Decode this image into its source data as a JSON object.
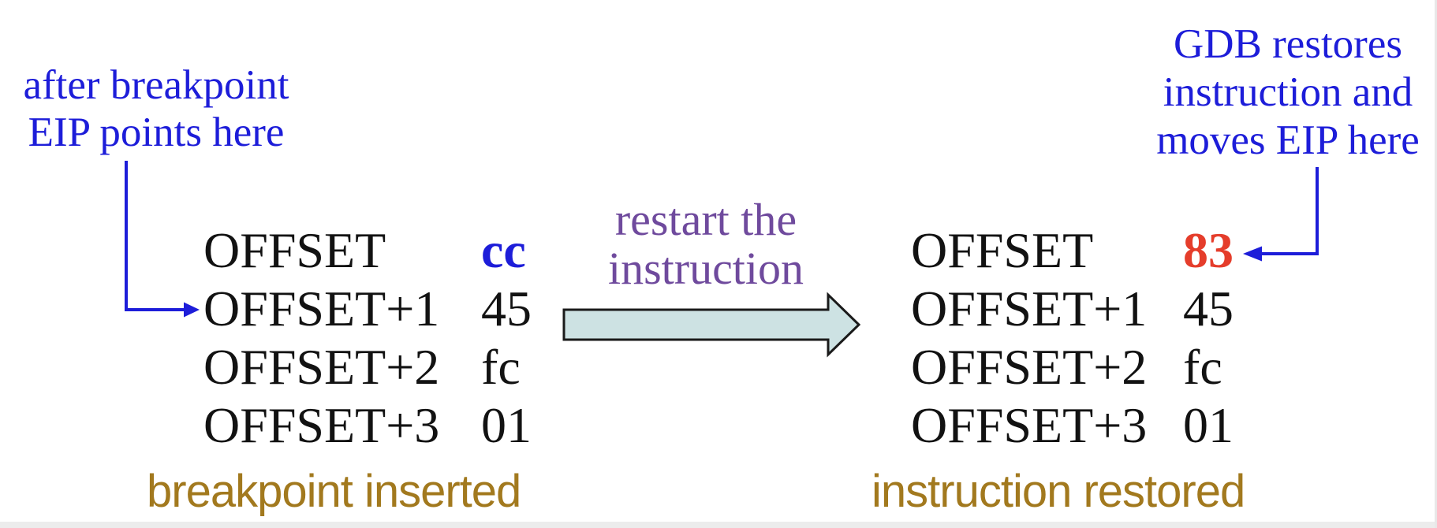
{
  "colors": {
    "blue": "#1d1dd9",
    "red": "#e53d2b",
    "purple": "#6f4a9d",
    "gold": "#a2791e",
    "arrow_fill": "#cde2e3",
    "arrow_stroke": "#1a1a1a",
    "ink": "#121212",
    "background": "#ffffff",
    "footer_strip": "#ececec"
  },
  "annotations": {
    "after_breakpoint": {
      "lines": [
        "after breakpoint",
        "EIP points here"
      ]
    },
    "gdb_restores": {
      "lines": [
        "GDB restores",
        "instruction and",
        "moves EIP here"
      ]
    }
  },
  "transition": {
    "lines": [
      "restart the",
      "instruction"
    ]
  },
  "memory_before": {
    "caption": "breakpoint inserted",
    "rows": [
      {
        "offset": "OFFSET",
        "value": "cc"
      },
      {
        "offset": "OFFSET+1",
        "value": "45"
      },
      {
        "offset": "OFFSET+2",
        "value": "fc"
      },
      {
        "offset": "OFFSET+3",
        "value": "01"
      }
    ]
  },
  "memory_after": {
    "caption": "instruction restored",
    "rows": [
      {
        "offset": "OFFSET",
        "value": "83"
      },
      {
        "offset": "OFFSET+1",
        "value": "45"
      },
      {
        "offset": "OFFSET+2",
        "value": "fc"
      },
      {
        "offset": "OFFSET+3",
        "value": "01"
      }
    ]
  }
}
